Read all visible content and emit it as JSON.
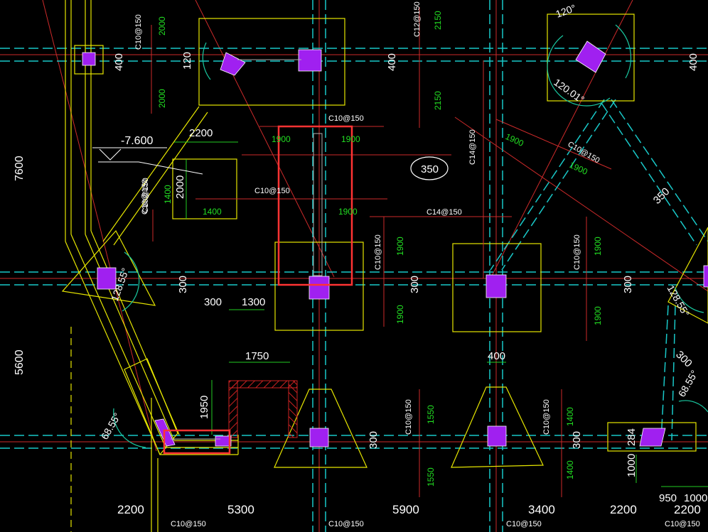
{
  "colors": {
    "background": "#000000",
    "yellow_lines": "#e6e600",
    "red_lines": "#cc2a2a",
    "cyan_dashed": "#19c8c8",
    "green_text": "#22dd22",
    "white_text": "#ffffff",
    "column_fill": "#a020f0",
    "highlight_box": "#ff3333",
    "hatch": "#cc2222"
  },
  "elevation": {
    "label": "-7.600"
  },
  "circle_tag": {
    "label": "350"
  },
  "grid_dims_left": [
    "7600",
    "5600"
  ],
  "grid_dims_bottom": [
    "2200",
    "5300",
    "5900",
    "3400",
    "2200",
    "2200"
  ],
  "reinf_labels": [
    "C10@150",
    "C12@150",
    "C10@150",
    "C10@150",
    "C14@150",
    "C10@150",
    "C14@150",
    "C10@150",
    "C10@150",
    "C10@150",
    "C10@150",
    "C10@150",
    "C10@150",
    "C10@150",
    "C10@150",
    "C10@150",
    "C10@150"
  ],
  "green_dims": [
    "2000",
    "2000",
    "2150",
    "2150",
    "1900",
    "1900",
    "1900",
    "1900",
    "1900",
    "1400",
    "1400",
    "1900",
    "1900",
    "1900",
    "1900",
    "1550",
    "1550",
    "1400",
    "1400"
  ],
  "white_dims": [
    "400",
    "120",
    "400",
    "400",
    "2200",
    "2000",
    "300",
    "300",
    "1300",
    "300",
    "300",
    "1750",
    "1950",
    "300",
    "300",
    "400",
    "284",
    "1000",
    "950",
    "1000",
    "300",
    "350"
  ],
  "angles": [
    "120°",
    "120.01°",
    "128.55°",
    "68.55°",
    "128.55°",
    "68.55°"
  ]
}
